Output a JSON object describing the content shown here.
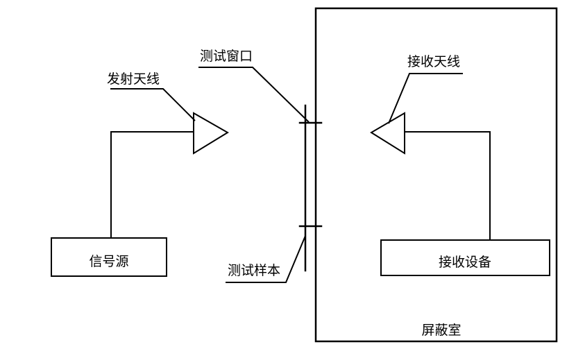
{
  "labels": {
    "signal_source": "信号源",
    "transmit_antenna": "发射天线",
    "test_window": "测试窗口",
    "test_sample": "测试样本",
    "receive_antenna": "接收天线",
    "receiver_device": "接收设备",
    "shielded_room": "屏蔽室"
  }
}
